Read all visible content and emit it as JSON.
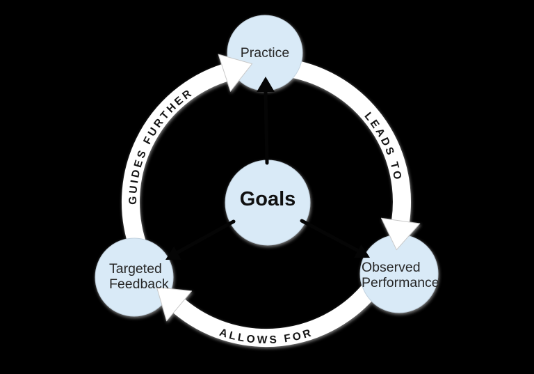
{
  "diagram": {
    "background_color": "#000000",
    "node_fill_color": "#d9eaf7",
    "band_color": "#ffffff",
    "label_color": "#141414",
    "center_node": {
      "id": "goals",
      "label": "Goals"
    },
    "nodes": [
      {
        "id": "practice",
        "lines": [
          "Practice"
        ]
      },
      {
        "id": "observed-performance",
        "lines": [
          "Observed",
          "Performance"
        ]
      },
      {
        "id": "targeted-feedback",
        "lines": [
          "Targeted",
          "Feedback"
        ]
      }
    ],
    "edges": [
      {
        "from": "practice",
        "to": "observed-performance",
        "label": "LEADS TO"
      },
      {
        "from": "observed-performance",
        "to": "targeted-feedback",
        "label": "ALLOWS FOR"
      },
      {
        "from": "targeted-feedback",
        "to": "practice",
        "label": "GUIDES FURTHER"
      }
    ]
  }
}
